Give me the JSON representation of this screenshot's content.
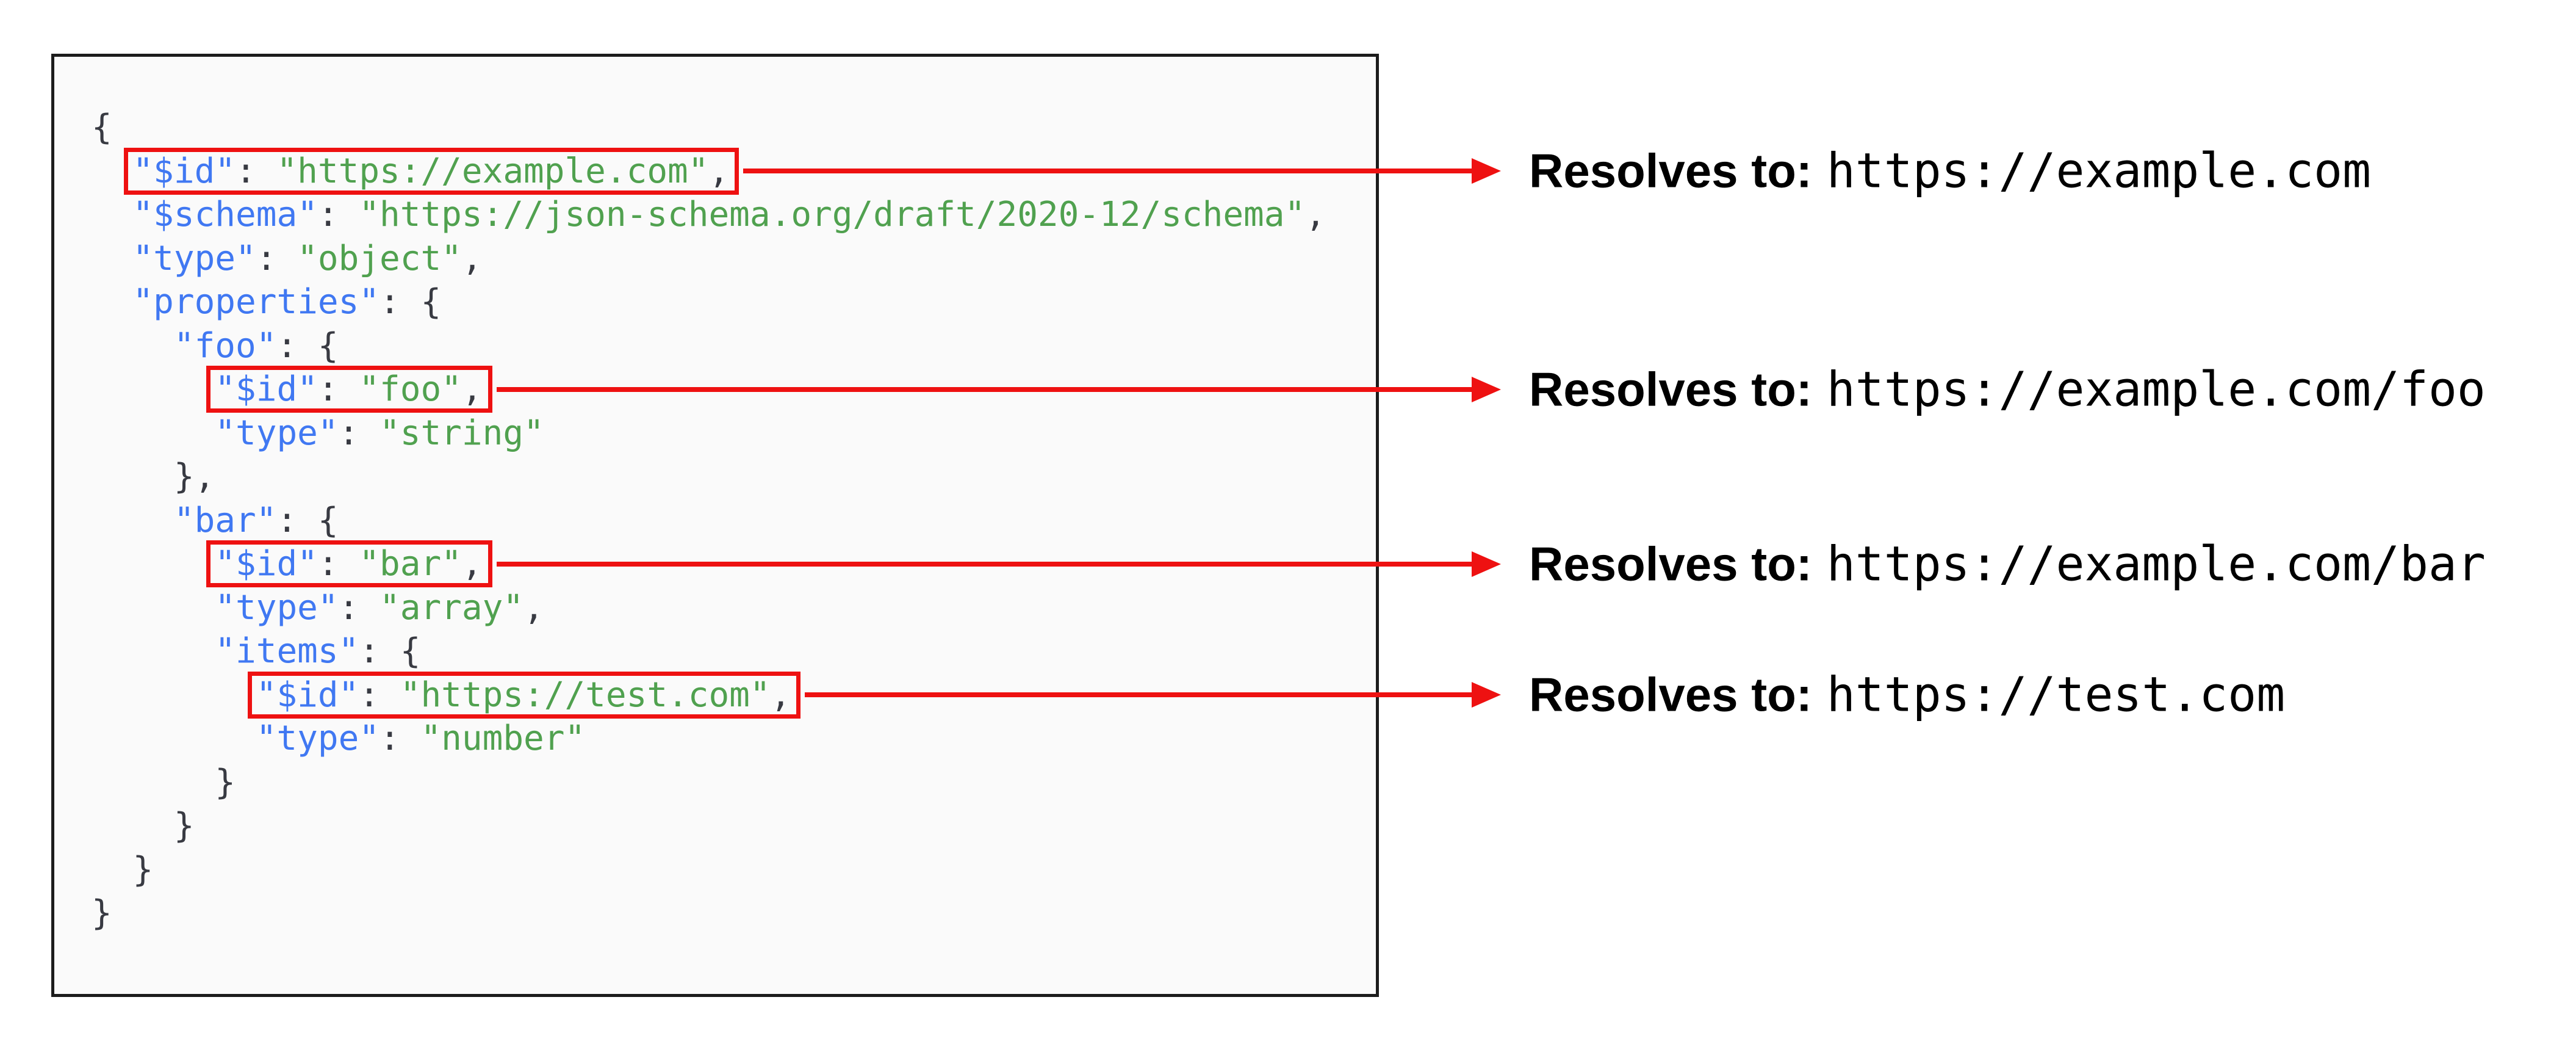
{
  "colors": {
    "key_blue": "#4078f2",
    "string_green": "#50a14f",
    "punctuation": "#383a42",
    "highlight_red": "#ee1111",
    "panel_background": "#fafafa",
    "panel_border": "#1c1c1c",
    "annotation_text": "#000000",
    "page_background": "#ffffff"
  },
  "code": {
    "language": "json",
    "lines": [
      {
        "parts": [
          {
            "hl": false,
            "tokens": [
              {
                "type": "punct",
                "text": "{"
              }
            ]
          }
        ]
      },
      {
        "parts": [
          {
            "hl": false,
            "tokens": [
              {
                "type": "ws",
                "text": "  "
              }
            ]
          },
          {
            "hl": true,
            "tokens": [
              {
                "type": "key",
                "text": "\"$id\""
              },
              {
                "type": "punct",
                "text": ": "
              },
              {
                "type": "str",
                "text": "\"https://example.com\""
              },
              {
                "type": "punct",
                "text": ","
              }
            ]
          }
        ]
      },
      {
        "parts": [
          {
            "hl": false,
            "tokens": [
              {
                "type": "ws",
                "text": "  "
              },
              {
                "type": "key",
                "text": "\"$schema\""
              },
              {
                "type": "punct",
                "text": ": "
              },
              {
                "type": "str",
                "text": "\"https://json-schema.org/draft/2020-12/schema\""
              },
              {
                "type": "punct",
                "text": ","
              }
            ]
          }
        ]
      },
      {
        "parts": [
          {
            "hl": false,
            "tokens": [
              {
                "type": "ws",
                "text": "  "
              },
              {
                "type": "key",
                "text": "\"type\""
              },
              {
                "type": "punct",
                "text": ": "
              },
              {
                "type": "str",
                "text": "\"object\""
              },
              {
                "type": "punct",
                "text": ","
              }
            ]
          }
        ]
      },
      {
        "parts": [
          {
            "hl": false,
            "tokens": [
              {
                "type": "ws",
                "text": "  "
              },
              {
                "type": "key",
                "text": "\"properties\""
              },
              {
                "type": "punct",
                "text": ": {"
              }
            ]
          }
        ]
      },
      {
        "parts": [
          {
            "hl": false,
            "tokens": [
              {
                "type": "ws",
                "text": "    "
              },
              {
                "type": "key",
                "text": "\"foo\""
              },
              {
                "type": "punct",
                "text": ": {"
              }
            ]
          }
        ]
      },
      {
        "parts": [
          {
            "hl": false,
            "tokens": [
              {
                "type": "ws",
                "text": "      "
              }
            ]
          },
          {
            "hl": true,
            "tokens": [
              {
                "type": "key",
                "text": "\"$id\""
              },
              {
                "type": "punct",
                "text": ": "
              },
              {
                "type": "str",
                "text": "\"foo\""
              },
              {
                "type": "punct",
                "text": ","
              }
            ]
          }
        ]
      },
      {
        "parts": [
          {
            "hl": false,
            "tokens": [
              {
                "type": "ws",
                "text": "      "
              },
              {
                "type": "key",
                "text": "\"type\""
              },
              {
                "type": "punct",
                "text": ": "
              },
              {
                "type": "str",
                "text": "\"string\""
              }
            ]
          }
        ]
      },
      {
        "parts": [
          {
            "hl": false,
            "tokens": [
              {
                "type": "ws",
                "text": "    "
              },
              {
                "type": "punct",
                "text": "},"
              }
            ]
          }
        ]
      },
      {
        "parts": [
          {
            "hl": false,
            "tokens": [
              {
                "type": "ws",
                "text": "    "
              },
              {
                "type": "key",
                "text": "\"bar\""
              },
              {
                "type": "punct",
                "text": ": {"
              }
            ]
          }
        ]
      },
      {
        "parts": [
          {
            "hl": false,
            "tokens": [
              {
                "type": "ws",
                "text": "      "
              }
            ]
          },
          {
            "hl": true,
            "tokens": [
              {
                "type": "key",
                "text": "\"$id\""
              },
              {
                "type": "punct",
                "text": ": "
              },
              {
                "type": "str",
                "text": "\"bar\""
              },
              {
                "type": "punct",
                "text": ","
              }
            ]
          }
        ]
      },
      {
        "parts": [
          {
            "hl": false,
            "tokens": [
              {
                "type": "ws",
                "text": "      "
              },
              {
                "type": "key",
                "text": "\"type\""
              },
              {
                "type": "punct",
                "text": ": "
              },
              {
                "type": "str",
                "text": "\"array\""
              },
              {
                "type": "punct",
                "text": ","
              }
            ]
          }
        ]
      },
      {
        "parts": [
          {
            "hl": false,
            "tokens": [
              {
                "type": "ws",
                "text": "      "
              },
              {
                "type": "key",
                "text": "\"items\""
              },
              {
                "type": "punct",
                "text": ": {"
              }
            ]
          }
        ]
      },
      {
        "parts": [
          {
            "hl": false,
            "tokens": [
              {
                "type": "ws",
                "text": "        "
              }
            ]
          },
          {
            "hl": true,
            "tokens": [
              {
                "type": "key",
                "text": "\"$id\""
              },
              {
                "type": "punct",
                "text": ": "
              },
              {
                "type": "str",
                "text": "\"https://test.com\""
              },
              {
                "type": "punct",
                "text": ","
              }
            ]
          }
        ]
      },
      {
        "parts": [
          {
            "hl": false,
            "tokens": [
              {
                "type": "ws",
                "text": "        "
              },
              {
                "type": "key",
                "text": "\"type\""
              },
              {
                "type": "punct",
                "text": ": "
              },
              {
                "type": "str",
                "text": "\"number\""
              }
            ]
          }
        ]
      },
      {
        "parts": [
          {
            "hl": false,
            "tokens": [
              {
                "type": "ws",
                "text": "      "
              },
              {
                "type": "punct",
                "text": "}"
              }
            ]
          }
        ]
      },
      {
        "parts": [
          {
            "hl": false,
            "tokens": [
              {
                "type": "ws",
                "text": "    "
              },
              {
                "type": "punct",
                "text": "}"
              }
            ]
          }
        ]
      },
      {
        "parts": [
          {
            "hl": false,
            "tokens": [
              {
                "type": "ws",
                "text": "  "
              },
              {
                "type": "punct",
                "text": "}"
              }
            ]
          }
        ]
      },
      {
        "parts": [
          {
            "hl": false,
            "tokens": [
              {
                "type": "punct",
                "text": "}"
              }
            ]
          }
        ]
      }
    ]
  },
  "annotations": [
    {
      "label": "Resolves to:",
      "url": "https://example.com"
    },
    {
      "label": "Resolves to:",
      "url": "https://example.com/foo"
    },
    {
      "label": "Resolves to:",
      "url": "https://example.com/bar"
    },
    {
      "label": "Resolves to:",
      "url": "https://test.com"
    }
  ]
}
